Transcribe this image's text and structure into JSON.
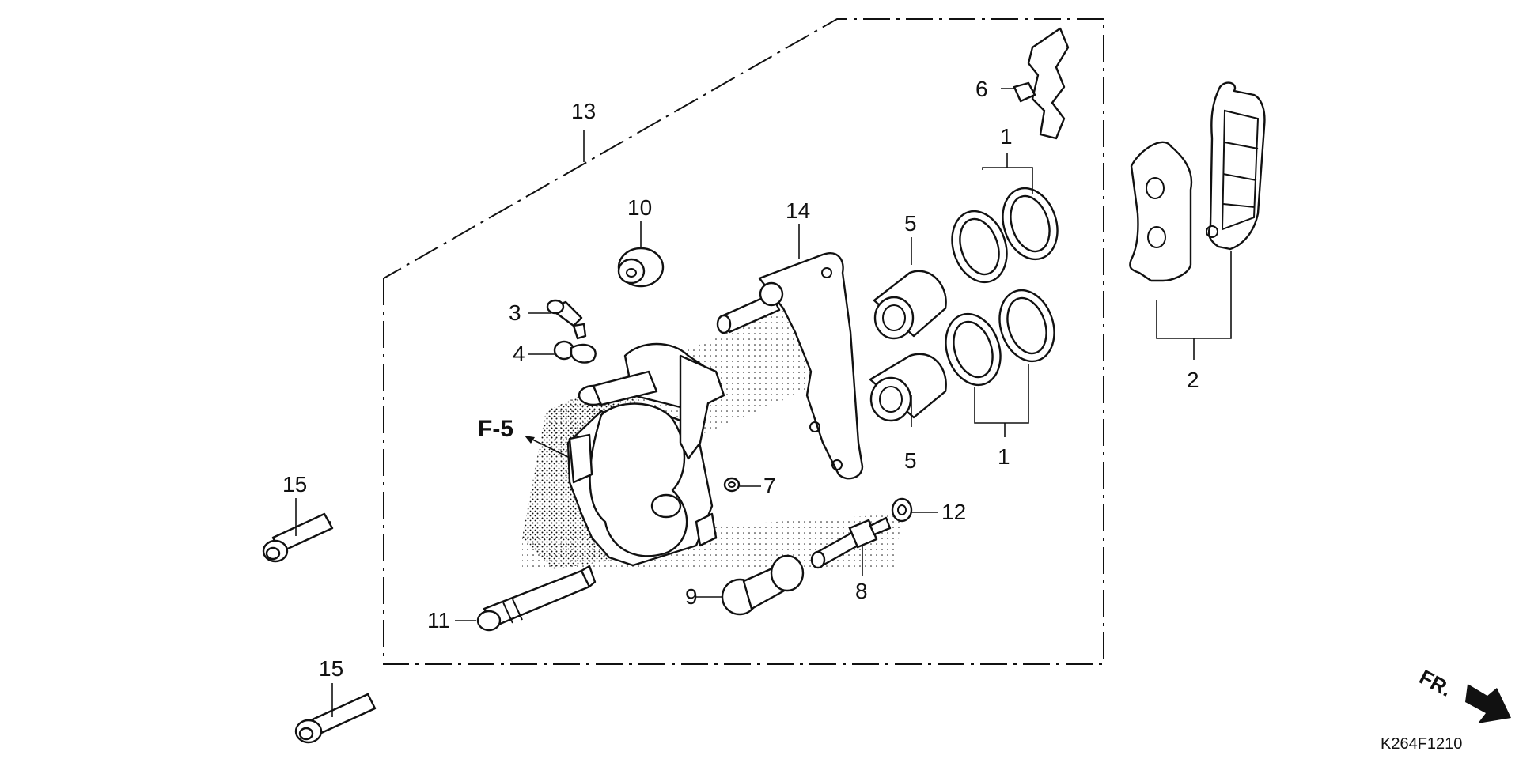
{
  "diagram": {
    "callouts": {
      "c1_top": "1",
      "c1_bottom": "1",
      "c2": "2",
      "c3": "3",
      "c4": "4",
      "c5_top": "5",
      "c5_bottom": "5",
      "c6": "6",
      "c7": "7",
      "c8": "8",
      "c9": "9",
      "c10": "10",
      "c11": "11",
      "c12": "12",
      "c13": "13",
      "c14": "14",
      "c15_upper": "15",
      "c15_lower": "15"
    },
    "reference": "F-5",
    "front_marker": "FR.",
    "diagram_code": "K264F1210"
  },
  "colors": {
    "ink": "#111111",
    "paper": "#ffffff"
  }
}
